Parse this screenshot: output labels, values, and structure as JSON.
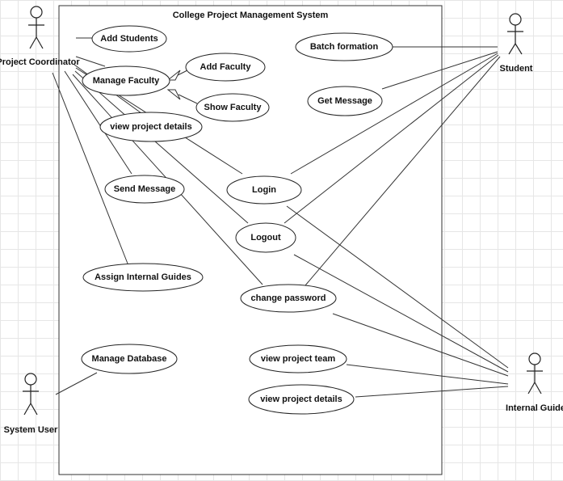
{
  "system": {
    "title": "College Project Management System"
  },
  "actors": {
    "coordinator": "Project Coordinator",
    "student": "Student",
    "system_user": "System User",
    "internal_guide": "Internal Guide"
  },
  "use_cases": {
    "add_students": "Add Students",
    "manage_faculty": "Manage Faculty",
    "add_faculty": "Add Faculty",
    "show_faculty": "Show Faculty",
    "view_project_details_1": "view project details",
    "send_message": "Send Message",
    "assign_internal_guides": "Assign Internal Guides",
    "manage_database": "Manage Database",
    "batch_formation": "Batch formation",
    "get_message": "Get Message",
    "login": "Login",
    "logout": "Logout",
    "change_password": "change password",
    "view_project_team": "view project team",
    "view_project_details_2": "view project details"
  }
}
